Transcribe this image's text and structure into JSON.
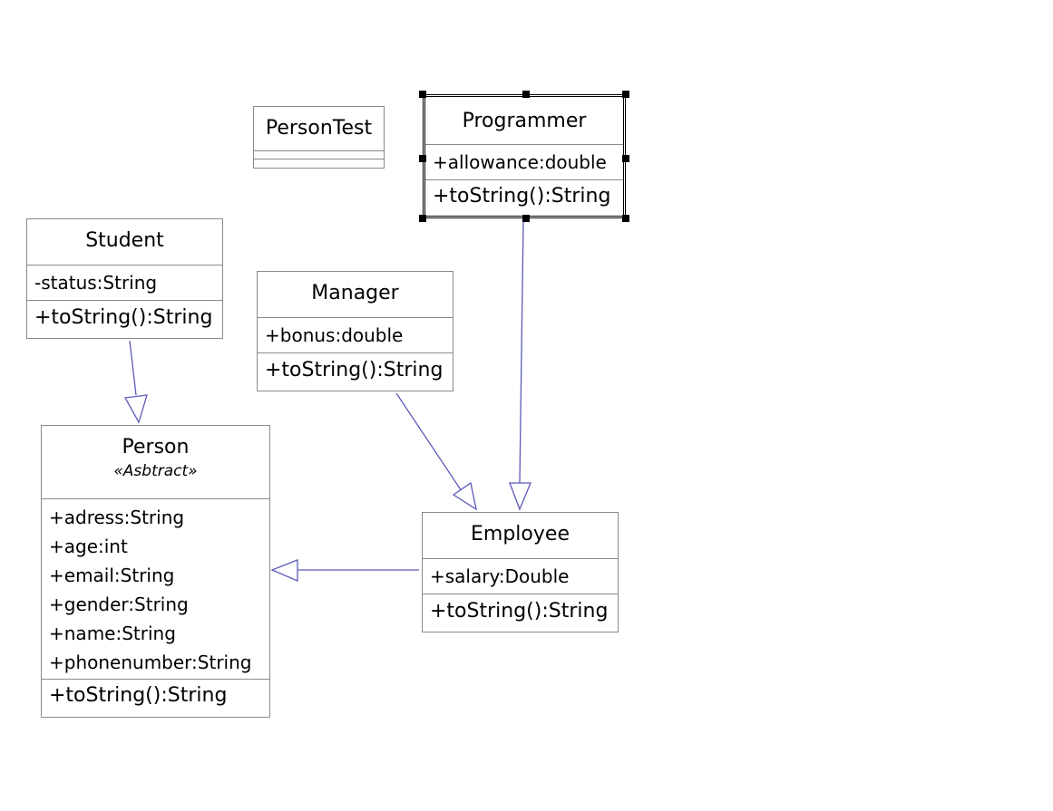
{
  "classes": {
    "persontest": {
      "name": "PersonTest",
      "attributes": [],
      "operations": []
    },
    "programmer": {
      "name": "Programmer",
      "attributes": [
        "+allowance:double"
      ],
      "operations": [
        "+toString():String"
      ]
    },
    "student": {
      "name": "Student",
      "attributes": [
        "-status:String"
      ],
      "operations": [
        "+toString():String"
      ]
    },
    "manager": {
      "name": "Manager",
      "attributes": [
        "+bonus:double"
      ],
      "operations": [
        "+toString():String"
      ]
    },
    "person": {
      "name": "Person",
      "stereotype": "«Asbtract»",
      "attributes": [
        "+adress:String",
        "+age:int",
        "+email:String",
        "+gender:String",
        "+name:String",
        "+phonenumber:String"
      ],
      "operations": [
        "+toString():String"
      ]
    },
    "employee": {
      "name": "Employee",
      "attributes": [
        "+salary:Double"
      ],
      "operations": [
        "+toString():String"
      ]
    }
  },
  "relations": [
    {
      "type": "generalization",
      "from": "Student",
      "to": "Person"
    },
    {
      "type": "generalization",
      "from": "Manager",
      "to": "Employee"
    },
    {
      "type": "generalization",
      "from": "Programmer",
      "to": "Employee"
    },
    {
      "type": "generalization",
      "from": "Employee",
      "to": "Person"
    }
  ],
  "selected_class": "Programmer",
  "colors": {
    "connector": "#5b5bb8",
    "class_border": "#8a8a8a",
    "selection": "#000000"
  }
}
